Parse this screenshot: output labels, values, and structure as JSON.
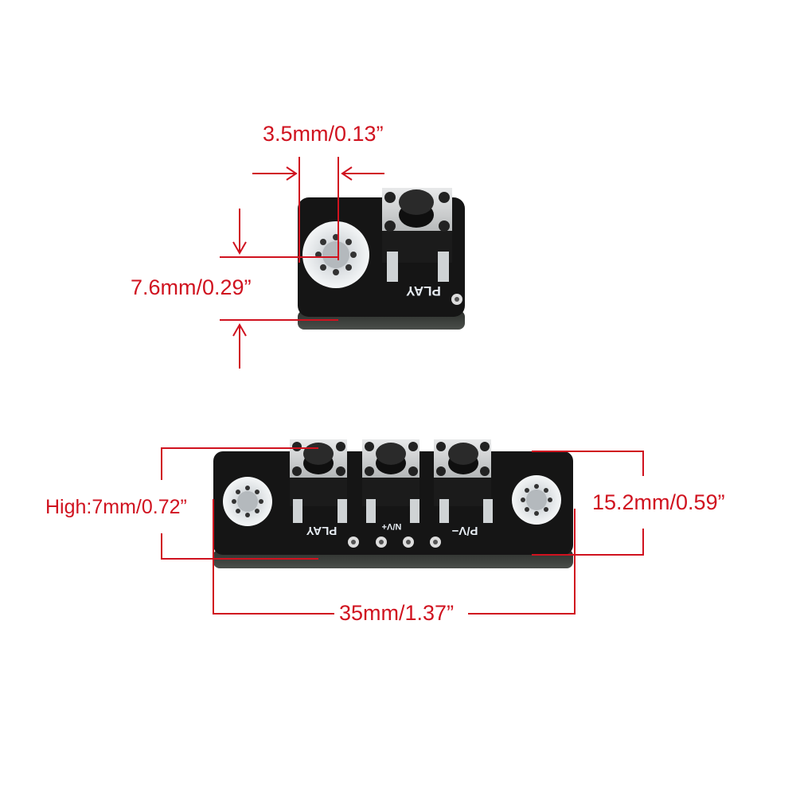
{
  "colors": {
    "annotation": "#d0121f",
    "pcb": "#151515",
    "pcb_edge": "#3a3d3a",
    "silkscreen": "#e6ecf2",
    "button_housing": "#c9cbcc",
    "button_cap": "#202020",
    "background": "#ffffff"
  },
  "closeup": {
    "button_label": "PLAY",
    "dimensions": {
      "hole_offset": "3.5mm/0.13”",
      "hole_to_edge": "7.6mm/0.29”"
    }
  },
  "module": {
    "button_labels": [
      "PLAY",
      "N/V+",
      "P/V−"
    ],
    "pad_count": 4,
    "dimensions": {
      "height": "High:7mm/0.72”",
      "width": "15.2mm/0.59”",
      "length": "35mm/1.37”"
    }
  }
}
